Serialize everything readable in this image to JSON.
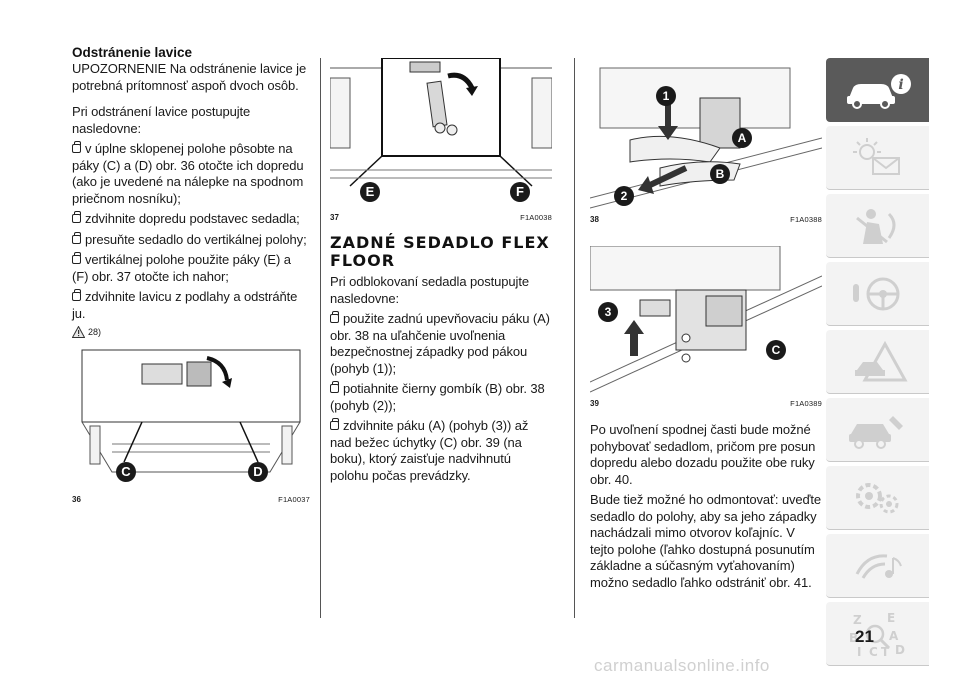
{
  "col1": {
    "heading": "Odstránenie lavice",
    "p1": "UPOZORNENIE Na odstránenie lavice je potrebná prítomnosť aspoň dvoch osôb.",
    "p2": "Pri odstránení lavice postupujte nasledovne:",
    "bullets": [
      "v úplne sklopenej polohe pôsobte na páky (C) a (D) obr. 36 otočte ich dopredu (ako je uvedené na nálepke na spodnom priečnom nosníku);",
      "zdvihnite dopredu podstavec sedadla;",
      "presuňte sedadlo do vertikálnej polohy;",
      "vertikálnej polohe použite páky (E) a (F) obr. 37 otočte ich nahor;",
      "zdvihnite lavicu z podlahy a odstráňte ju."
    ],
    "warning_ref": "28)",
    "fig36": {
      "num": "36",
      "code": "F1A0037",
      "label_c": "C",
      "label_d": "D"
    }
  },
  "col2": {
    "fig37": {
      "num": "37",
      "code": "F1A0038",
      "label_e": "E",
      "label_f": "F"
    },
    "title": "ZADNÉ SEDADLO FLEX FLOOR",
    "p1": "Pri odblokovaní sedadla postupujte nasledovne:",
    "bullets": [
      "použite zadnú upevňovaciu páku (A) obr. 38 na uľahčenie uvoľnenia bezpečnostnej západky pod pákou (pohyb (1));",
      "potiahnite čierny gombík (B) obr. 38 (pohyb (2));",
      "zdvihnite páku (A) (pohyb (3)) až nad bežec úchytky (C) obr. 39 (na boku), ktorý zaisťuje nadvihnutú polohu počas prevádzky."
    ]
  },
  "col3": {
    "fig38": {
      "num": "38",
      "code": "F1A0388",
      "label_1": "1",
      "label_2": "2",
      "label_a": "A",
      "label_b": "B"
    },
    "fig39": {
      "num": "39",
      "code": "F1A0389",
      "label_3": "3",
      "label_c": "C"
    },
    "p1": "Po uvoľnení spodnej časti bude možné pohybovať sedadlom, pričom pre posun dopredu alebo dozadu použite obe ruky obr. 40.",
    "p2": "Bude tiež možné ho odmontovať: uveďte sedadlo do polohy, aby sa jeho západky nachádzali mimo otvorov koľajníc. V tejto polohe (ľahko dostupná posunutím základne a súčasným vyťahovaním) možno sedadlo ľahko odstrániť obr. 41."
  },
  "page_number": "21",
  "watermark": "carmanualsonline.info",
  "sidebar_tabs": [
    {
      "icon": "car-info-icon",
      "active": true
    },
    {
      "icon": "warning-lights-icon",
      "active": false
    },
    {
      "icon": "airbag-safety-icon",
      "active": false
    },
    {
      "icon": "steering-wheel-icon",
      "active": false
    },
    {
      "icon": "road-emergency-icon",
      "active": false
    },
    {
      "icon": "car-maintenance-icon",
      "active": false
    },
    {
      "icon": "technical-data-icon",
      "active": false
    },
    {
      "icon": "multimedia-icon",
      "active": false
    },
    {
      "icon": "alphabetical-index-icon",
      "active": false
    }
  ],
  "colors": {
    "tab_active": "#5a5a5a",
    "tab_inactive": "#f3f3f3",
    "label_badge": "#1a1a1a"
  }
}
